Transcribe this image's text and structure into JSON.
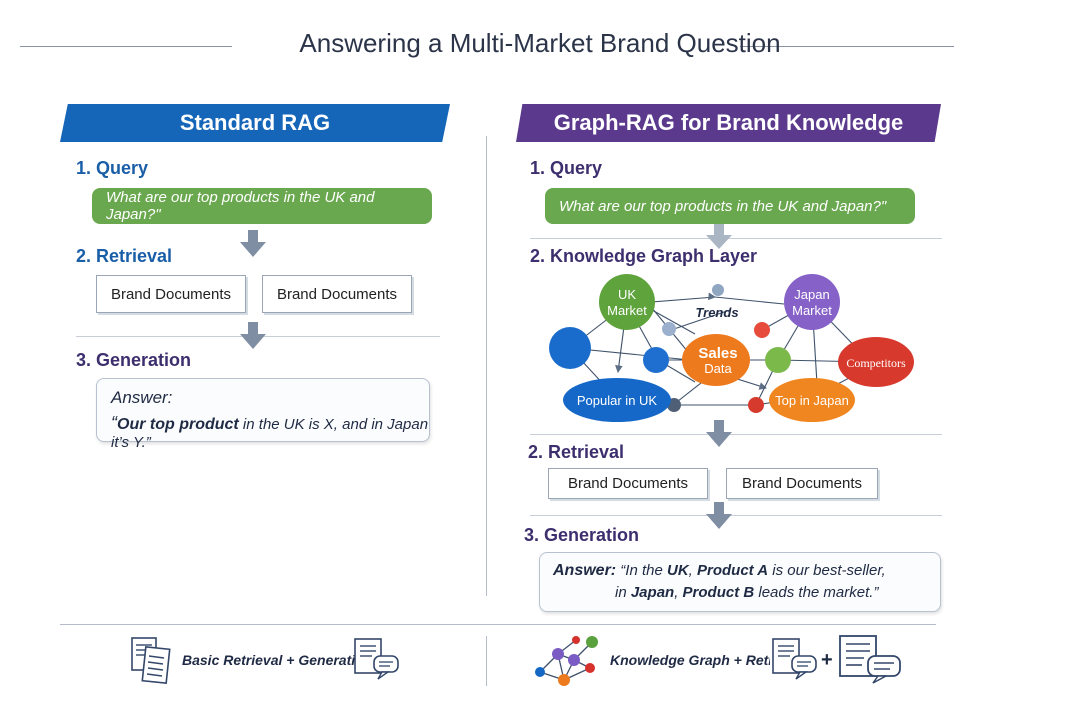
{
  "title": "Answering a Multi-Market Brand Question",
  "left": {
    "banner": "Standard RAG",
    "step_query": "1. Query",
    "query_text": "What are our top products in the UK and Japan?\"",
    "step_retrieval": "2. Retrieval",
    "doc1": "Brand Documents",
    "doc2": "Brand Documents",
    "step_generation": "3. Generation",
    "answer_label": "Answer:",
    "answer_q_open": "“",
    "answer_bold": "Our top product",
    "answer_rest": " in the UK is X, and in Japan it’s Y.”"
  },
  "right": {
    "banner": "Graph-RAG for Brand Knowledge",
    "step_query": "1. Query",
    "query_text": "What are our top products in the UK and Japan?\"",
    "step_graph": "2. Knowledge Graph Layer",
    "graph": {
      "uk_market": [
        "UK",
        "Market"
      ],
      "japan_market": [
        "Japan",
        "Market"
      ],
      "trends": "Trends",
      "sales_data": [
        "Sales",
        "Data"
      ],
      "competitors": "Competitors",
      "popular_uk": "Popular in UK",
      "top_japan": "Top in Japan"
    },
    "step_retrieval": "2. Retrieval",
    "doc1": "Brand Documents",
    "doc2": "Brand Documents",
    "step_generation": "3. Generation",
    "answer_label": "Answer:",
    "answer_line1_a": " “In the ",
    "answer_line1_uk": "UK",
    "answer_line1_b": ", ",
    "answer_line1_pa": "Product A",
    "answer_line1_c": " is our best-seller,",
    "answer_line2_a": "in ",
    "answer_line2_jp": "Japan",
    "answer_line2_b": ", ",
    "answer_line2_pb": "Product B",
    "answer_line2_c": " leads the market.”"
  },
  "footer": {
    "left_text": "Basic Retrieval + Generation",
    "right_text": "Knowledge Graph + Retrieval",
    "plus": "+"
  },
  "colors": {
    "blue_banner": "#1565b8",
    "purple_banner": "#5b3a8e",
    "query_green": "#6aa84f",
    "graph_green": "#5aa03c",
    "graph_purple": "#7b5cc4",
    "graph_orange": "#ee7a1e",
    "graph_red": "#d6312c",
    "graph_blue": "#1468c4"
  }
}
